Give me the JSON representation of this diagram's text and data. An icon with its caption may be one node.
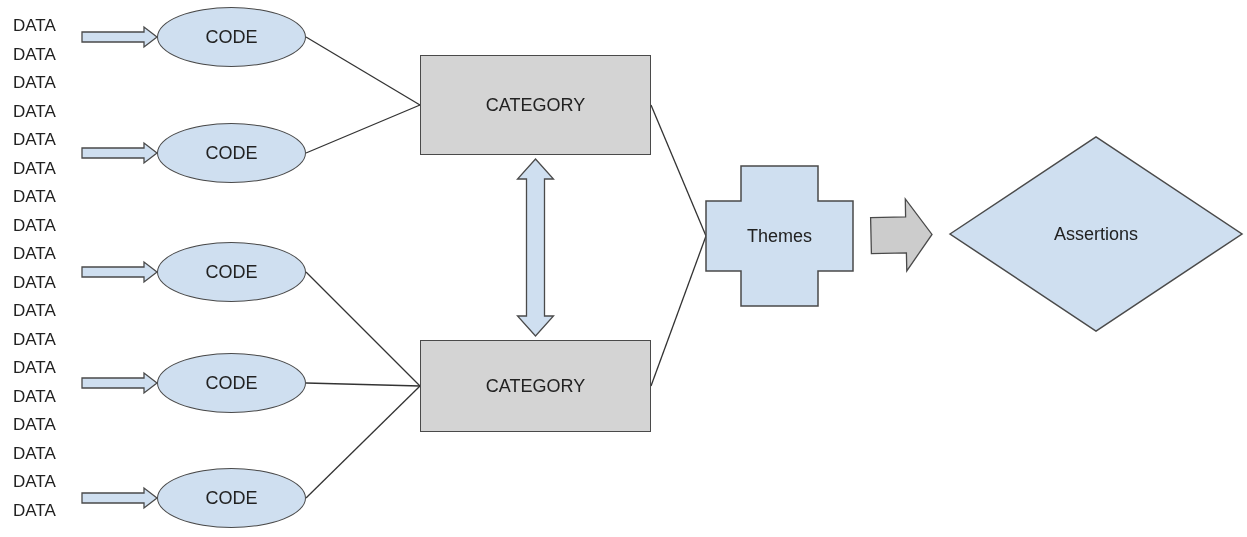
{
  "diagram": {
    "nodes": [
      {
        "text": [
          "CODE"
        ]
      },
      {
        "text": [
          "CODE"
        ]
      },
      {
        "text": [
          "CATEGORY"
        ]
      },
      {
        "text": [
          "CODE"
        ]
      },
      {
        "text": [
          "CODE"
        ]
      },
      {
        "text": [
          "CODE"
        ]
      },
      {
        "text": [
          "CATEGORY"
        ]
      },
      {
        "text": [
          "Themes"
        ]
      },
      {
        "text": [
          "Assertions"
        ]
      }
    ],
    "edges": [
      {
        "from": null,
        "to": 0,
        "arrow": "to",
        "style": "thick"
      },
      {
        "from": null,
        "to": 1,
        "arrow": "to",
        "style": "thick"
      },
      {
        "from": null,
        "to": 3,
        "arrow": "to",
        "style": "thick"
      },
      {
        "from": null,
        "to": 4,
        "arrow": "to",
        "style": "thick"
      },
      {
        "from": null,
        "to": 5,
        "arrow": "to",
        "style": "thick"
      },
      {
        "from": 0,
        "to": 2,
        "arrow": "none"
      },
      {
        "from": 1,
        "to": 2,
        "arrow": "none"
      },
      {
        "from": 3,
        "to": 6,
        "arrow": "none"
      },
      {
        "from": 4,
        "to": 6,
        "arrow": "none"
      },
      {
        "from": 5,
        "to": 6,
        "arrow": "none"
      },
      {
        "from": 2,
        "to": 6,
        "arrow": "both",
        "style": "thick"
      },
      {
        "from": 2,
        "to": 7,
        "arrow": "none"
      },
      {
        "from": 6,
        "to": 7,
        "arrow": "none"
      },
      {
        "from": 7,
        "to": 8,
        "arrow": "to",
        "style": "thick",
        "color": "#cccccc"
      }
    ],
    "labels": [
      "DATA",
      "DATA",
      "DATA",
      "DATA",
      "DATA",
      "DATA",
      "DATA",
      "DATA",
      "DATA",
      "DATA",
      "DATA",
      "DATA",
      "DATA",
      "DATA",
      "DATA",
      "DATA",
      "DATA",
      "DATA"
    ]
  }
}
